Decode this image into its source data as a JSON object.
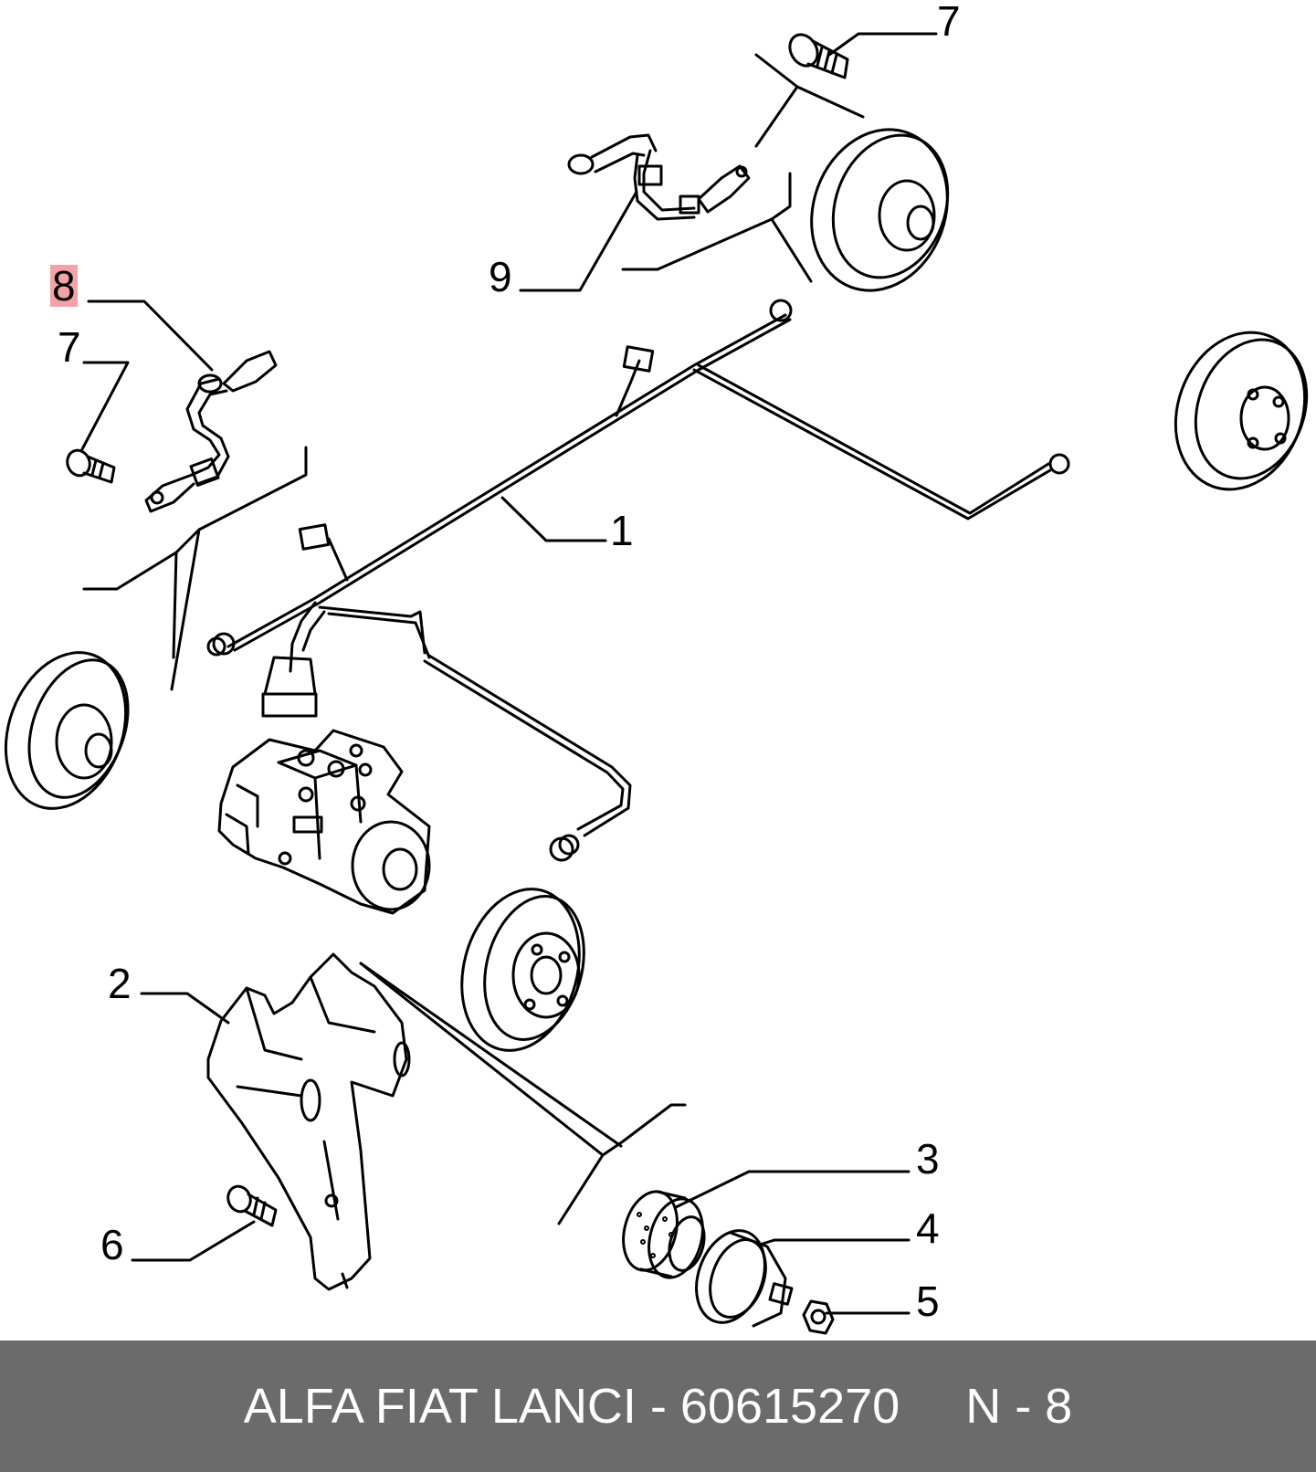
{
  "diagram": {
    "callouts": [
      {
        "id": "c1",
        "label": "1"
      },
      {
        "id": "c2",
        "label": "2"
      },
      {
        "id": "c3",
        "label": "3"
      },
      {
        "id": "c4",
        "label": "4"
      },
      {
        "id": "c5",
        "label": "5"
      },
      {
        "id": "c6",
        "label": "6"
      },
      {
        "id": "c7a",
        "label": "7"
      },
      {
        "id": "c7b",
        "label": "7"
      },
      {
        "id": "c8",
        "label": "8",
        "highlighted": true
      },
      {
        "id": "c9",
        "label": "9"
      }
    ]
  },
  "footer": {
    "part_text": "ALFA FIAT LANCI - 60615270",
    "ref_text": "N - 8",
    "background_color": "#6b6b6b"
  },
  "colors": {
    "highlight": "#f3a3a8"
  }
}
